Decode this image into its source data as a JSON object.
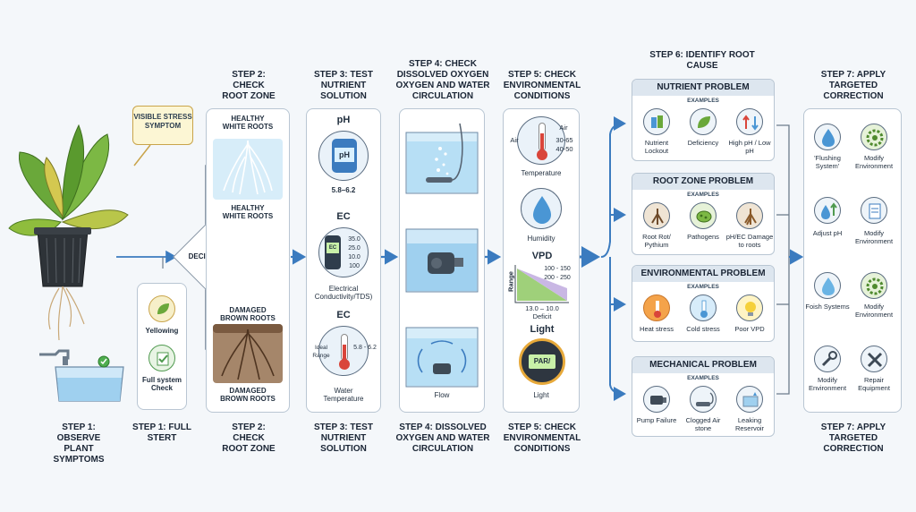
{
  "callout": {
    "text": "VISIBLE STRESS SYMPTOM"
  },
  "decision": {
    "label": "DECISION"
  },
  "top_titles": {
    "step2": "STEP 2: CHECK ROOT ZONE",
    "step3": "STEP 3: TEST NUTRIENT SOLUTION",
    "step4": "STEP 4: CHECK DISSOLVED OXYGEN OXYGEN AND WATER CIRCULATION",
    "step5": "STEP 5: CHECK ENVIRONMENTAL CONDITIONS",
    "step6": "STEP 6: IDENTIFY ROOT CAUSE",
    "step7": "STEP 7: APPLY TARGETED CORRECTION"
  },
  "bottom_titles": {
    "step1a": "STEP 1: OBSERVE PLANT SYMPTOMS",
    "step1b": "STEP 1: FULL STERT",
    "step2": "STEP 2: CHECK ROOT ZONE",
    "step3": "STEP 3: TEST NUTRIENT SOLUTION",
    "step4": "STEP 4: DISSOLVED OXYGEN AND WATER CIRCULATION",
    "step5": "STEP 5: CHECK ENVIRONMENTAL CONDITIONS",
    "step7": "STEP 7: APPLY TARGETED CORRECTION"
  },
  "step1_panel": {
    "yellowing": "Yellowing",
    "full_check": "Full system Check"
  },
  "root_panel": {
    "healthy_top": "HEALTHY WHITE ROOTS",
    "healthy_bottom": "HEALTHY WHITE ROOTS",
    "damaged_top": "DAMAGED BROWN ROOTS",
    "damaged_bottom": "DAMAGED BROWN ROOTS"
  },
  "nutrient_panel": {
    "ph_head": "pH",
    "ph_meter": "pH",
    "ph_range": "5.8–6.2",
    "ec_head": "EC",
    "ec_meter": "EC",
    "ec_values": [
      "35.0",
      "25.0",
      "10.0",
      "100"
    ],
    "ec_label": "Electrical Conductivity/TDS)",
    "ec2_head": "EC",
    "ideal_range": "Ideal Range",
    "ideal_values": "5.8 - 6.2",
    "water_temp": "Water Temperature"
  },
  "oxygen_panel": {
    "flow": "Flow"
  },
  "env_panel": {
    "air_left": "Air",
    "air_right": "Air",
    "air_values": [
      "30-65",
      "40-50"
    ],
    "temperature": "Temperature",
    "humidity": "Humidity",
    "vpd": "VPD",
    "vpd_values": [
      "100 - 150",
      "200 - 250"
    ],
    "range": "Range",
    "deficit_values": "13.0 – 10.0",
    "deficit": "Deficit",
    "light_head": "Light",
    "par": "PAR/",
    "light": "Light"
  },
  "problems": [
    {
      "title": "NUTRIENT PROBLEM",
      "examples": "EXAMPLES",
      "items": [
        "Nutrient Lockout",
        "Deficiency",
        "High pH / Low pH"
      ]
    },
    {
      "title": "ROOT ZONE PROBLEM",
      "examples": "EXAMPLES",
      "items": [
        "Root Rot/ Pythium",
        "Pathogens",
        "pH/EC Damage to roots"
      ]
    },
    {
      "title": "ENVIRONMENTAL PROBLEM",
      "examples": "EXAMPLES",
      "items": [
        "Heat stress",
        "Cold stress",
        "Poor VPD"
      ]
    },
    {
      "title": "MECHANICAL PROBLEM",
      "examples": "EXAMPLES",
      "items": [
        "Pump Failure",
        "Clogged Air stone",
        "Leaking Reservoir"
      ]
    }
  ],
  "corrections": [
    [
      "'Flushing System'",
      "Modify Environment"
    ],
    [
      "Adjust pH",
      "Modify Environment"
    ],
    [
      "Foish Systems",
      "Modify Environment"
    ],
    [
      "Modify Environment",
      "Repair Equipment"
    ]
  ],
  "colors": {
    "accent": "#3b7bbf",
    "panel_border": "#b9c6d3",
    "callout_bg": "#fcf6d4",
    "leaf": "#5a9a2e",
    "water": "#9fd0ef"
  }
}
